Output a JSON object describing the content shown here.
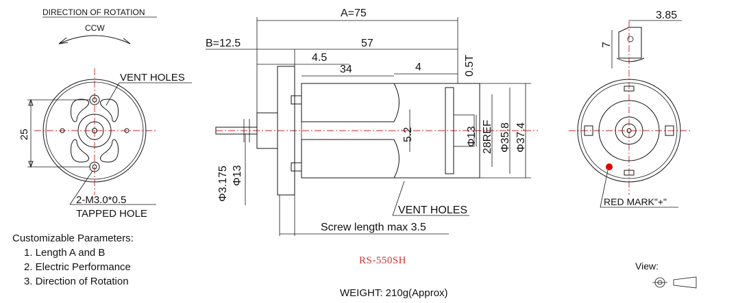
{
  "left_view": {
    "title": "DIRECTION OF ROTATION",
    "rotation": "CCW",
    "vent_holes": "VENT HOLES",
    "dim_25": "25",
    "tapped_hole_spec": "2-M3.0*0.5",
    "tapped_hole_label": "TAPPED HOLE"
  },
  "side_view": {
    "dim_a": "A=75",
    "dim_b": "B=12.5",
    "dim_57": "57",
    "dim_4_5": "4.5",
    "dim_34": "34",
    "dim_4": "4",
    "dim_0_5t": "0.5T",
    "dim_5_2": "5.2",
    "dim_phi13_right": "Φ13",
    "dim_28ref": "28REF",
    "dim_phi35_8": "Φ35.8",
    "dim_phi37_4": "Φ37.4",
    "dim_phi3_175": "Φ3.175",
    "dim_phi13_left": "Φ13",
    "vent_holes": "VENT HOLES",
    "screw_note": "Screw length max 3.5"
  },
  "right_view": {
    "dim_3_85": "3.85",
    "dim_7": "7",
    "red_mark": "RED MARK\"+\""
  },
  "notes": {
    "heading": "Customizable Parameters:",
    "items": [
      "1. Length A and B",
      "2. Electric Performance",
      "3. Direction of Rotation"
    ]
  },
  "model": "RS-550SH",
  "weight": "WEIGHT:  210g(Approx)",
  "view_label": "View:",
  "colors": {
    "line": "#111111",
    "center_line": "#cc2222",
    "red_mark": "#e00000",
    "model_text": "#d03030"
  }
}
